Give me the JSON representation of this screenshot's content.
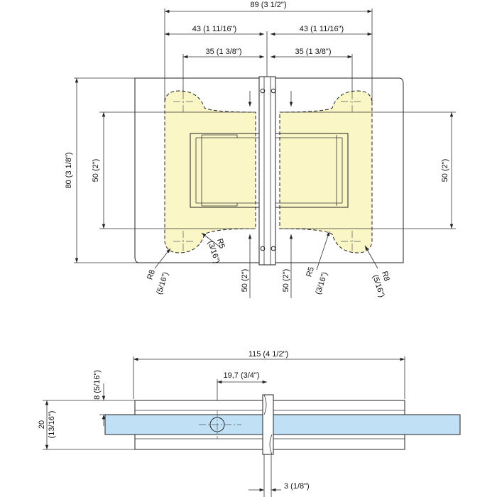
{
  "colors": {
    "zone": "#fbf6c6",
    "glass": "#bfe0f5",
    "line": "#222222"
  },
  "top_view": {
    "overall_width": "89 (3  1/2\")",
    "left_half": "43 (1  11/16\")",
    "right_half": "43 (1  11/16\")",
    "left_hole_offset": "35 (1  3/8\")",
    "right_hole_offset": "35 (1  3/8\")",
    "overall_height": "80 (3  1/8\")",
    "left_hole_spacing": "50 (2\")",
    "right_hole_spacing": "50 (2\")",
    "mid_left_dim": "50 (2\")",
    "mid_right_dim": "50 (2\")",
    "r8_left": "R8",
    "r8_left_in": "(5/16\")",
    "r5_left": "R5",
    "r5_left_in": "(3/16\")",
    "r5_right": "R5",
    "r5_right_in": "(3/16\")",
    "r8_right": "R8",
    "r8_right_in": "(5/16\")"
  },
  "side_view": {
    "overall_length": "115 (4  1/2\")",
    "axis_offset": "19,7 (3/4\")",
    "plate_thickness": "8 (5/16\")",
    "total_thickness": "20",
    "total_thickness_in": "(13/16\")",
    "gap": "3 (1/8\")"
  }
}
